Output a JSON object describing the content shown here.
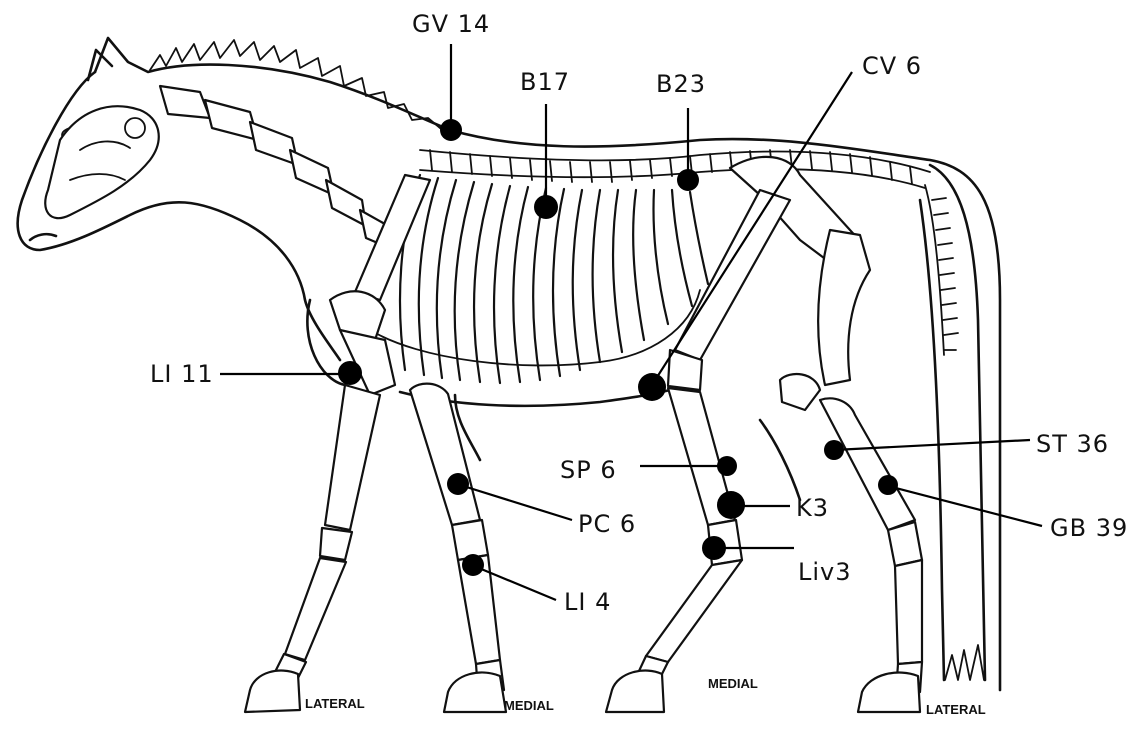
{
  "points": [
    {
      "id": "gv14",
      "label": "GV 14"
    },
    {
      "id": "b17",
      "label": "B17"
    },
    {
      "id": "b23",
      "label": "B23"
    },
    {
      "id": "cv6",
      "label": "CV 6"
    },
    {
      "id": "li11",
      "label": "LI 11"
    },
    {
      "id": "sp6",
      "label": "SP 6"
    },
    {
      "id": "pc6",
      "label": "PC 6"
    },
    {
      "id": "k3",
      "label": "K3"
    },
    {
      "id": "liv3",
      "label": "Liv3"
    },
    {
      "id": "li4",
      "label": "LI 4"
    },
    {
      "id": "st36",
      "label": "ST 36"
    },
    {
      "id": "gb39",
      "label": "GB 39"
    }
  ],
  "leg_views": [
    "LATERAL",
    "MEDIAL",
    "MEDIAL",
    "LATERAL"
  ]
}
